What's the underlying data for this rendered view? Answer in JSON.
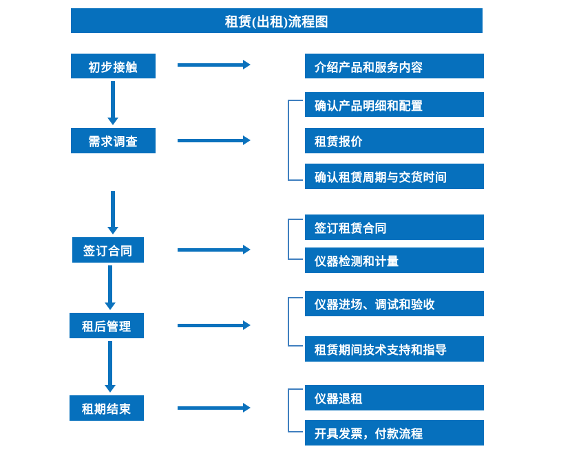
{
  "diagram": {
    "title": "租赁(出租)流程图",
    "accent_color": "#0670bd",
    "bracket_color": "#3f7fbf",
    "arrow_color": "#0b72bd",
    "text_color": "#ffffff",
    "background_color": "#ffffff"
  },
  "stages": [
    {
      "label": "初步接触"
    },
    {
      "label": "需求调查"
    },
    {
      "label": "签订合同"
    },
    {
      "label": "租后管理"
    },
    {
      "label": "租期结束"
    }
  ],
  "groups": [
    {
      "stage": "初步接触",
      "bracketed": false,
      "details": [
        {
          "label": "介绍产品和服务内容"
        }
      ]
    },
    {
      "stage": "需求调查",
      "bracketed": true,
      "details": [
        {
          "label": "确认产品明细和配置"
        },
        {
          "label": "租赁报价"
        },
        {
          "label": "确认租赁周期与交货时间"
        }
      ]
    },
    {
      "stage": "签订合同",
      "bracketed": true,
      "details": [
        {
          "label": "签订租赁合同"
        },
        {
          "label": "仪器检测和计量"
        }
      ]
    },
    {
      "stage": "租后管理",
      "bracketed": true,
      "details": [
        {
          "label": "仪器进场、调试和验收"
        },
        {
          "label": "租赁期间技术支持和指导"
        }
      ]
    },
    {
      "stage": "租期结束",
      "bracketed": true,
      "details": [
        {
          "label": "仪器退租"
        },
        {
          "label": "开具发票，付款流程"
        }
      ]
    }
  ],
  "connectors": {
    "horizontal_arrow_name": "right-arrow-icon",
    "vertical_arrow_name": "down-arrow-icon",
    "bracket_name": "group-bracket"
  }
}
